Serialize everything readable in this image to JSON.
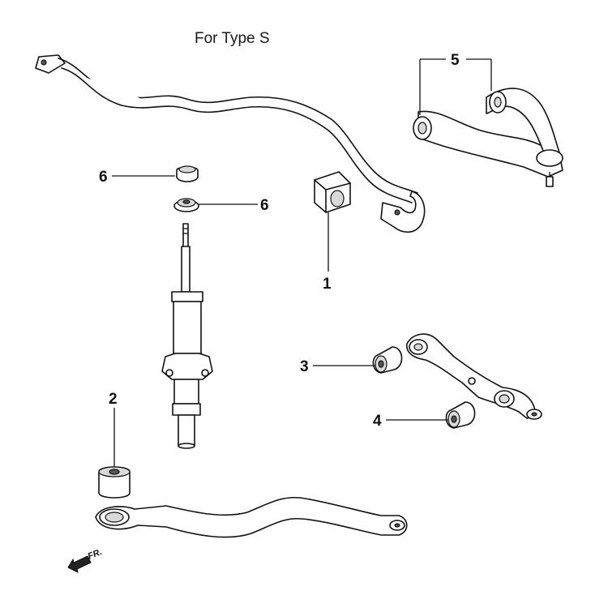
{
  "title": "For Type S",
  "callouts": [
    {
      "id": "1",
      "label": "1"
    },
    {
      "id": "2",
      "label": "2"
    },
    {
      "id": "3",
      "label": "3"
    },
    {
      "id": "4",
      "label": "4"
    },
    {
      "id": "5",
      "label": "5"
    },
    {
      "id": "6a",
      "label": "6"
    },
    {
      "id": "6b",
      "label": "6"
    }
  ],
  "direction_label": "FR."
}
